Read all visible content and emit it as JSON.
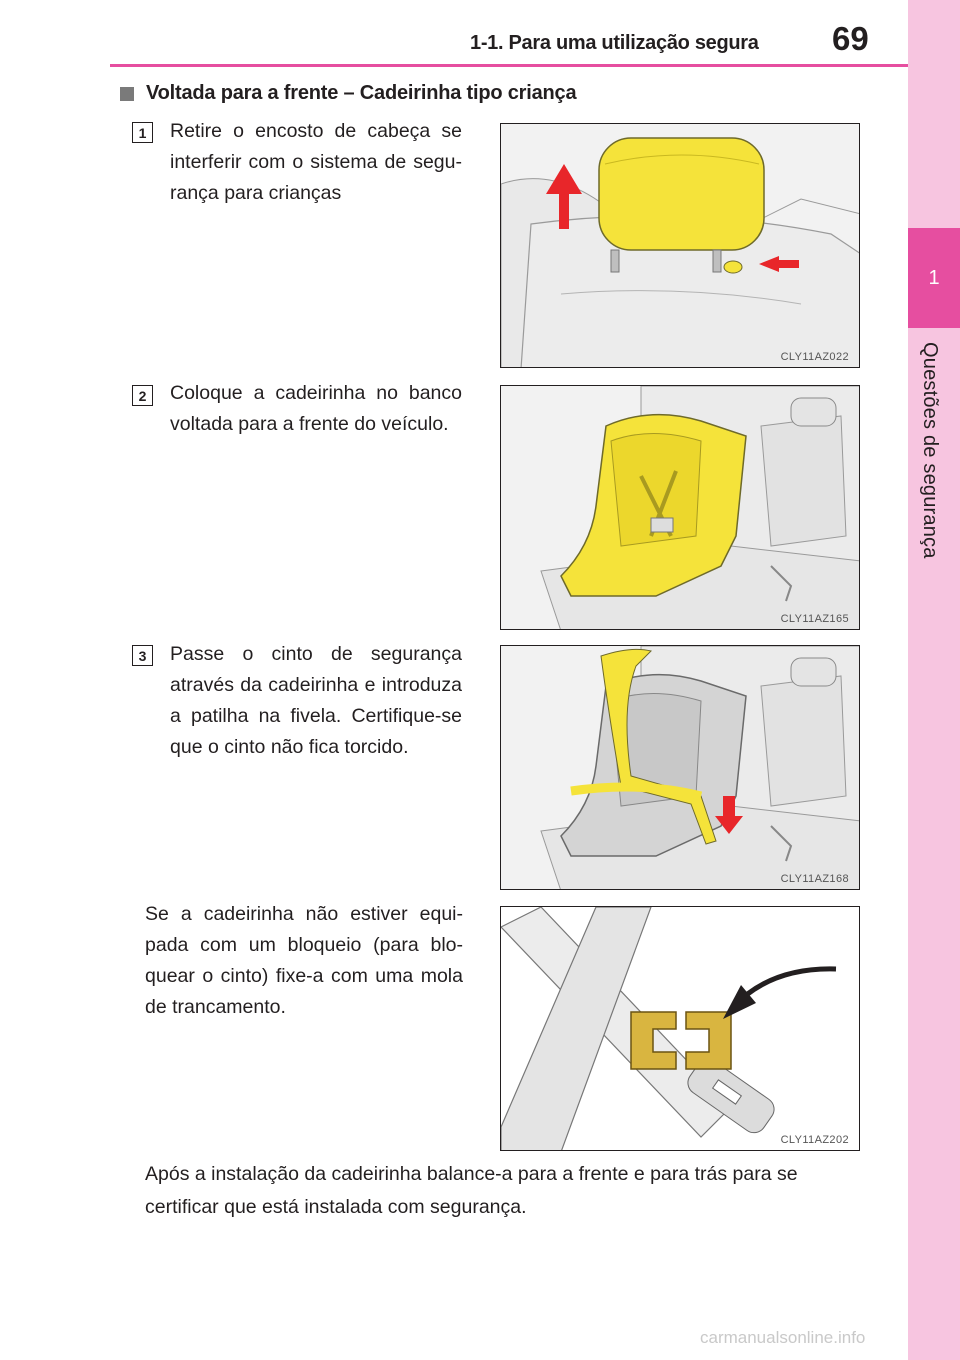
{
  "header": {
    "section_title": "1-1. Para uma utilização segura",
    "page_number": "69"
  },
  "sidebar": {
    "chapter_number": "1",
    "chapter_title": "Questões de segurança"
  },
  "section": {
    "heading": "Voltada para a frente – Cadeirinha tipo criança"
  },
  "steps": [
    {
      "number": "1",
      "text": "Retire o encosto de cabeça se interferir com o sistema de segu-rança para crianças",
      "figure_code": "CLY11AZ022"
    },
    {
      "number": "2",
      "text": "Coloque a cadeirinha no banco voltada para a frente do veículo.",
      "figure_code": "CLY11AZ165"
    },
    {
      "number": "3",
      "text": "Passe o cinto de segurança através da cadeirinha e introduza a patilha na fivela. Certifique-se que o cinto não fica torcido.",
      "figure_code": "CLY11AZ168"
    }
  ],
  "note": {
    "text": "Se a cadeirinha não estiver equi-pada com um bloqueio (para blo-quear o cinto) fixe-a com uma mola de trancamento.",
    "figure_code": "CLY11AZ202"
  },
  "closing": {
    "text": "Após a instalação da cadeirinha balance-a para a frente e para trás para se certificar que está instalada com segurança."
  },
  "footer": {
    "watermark": "carmanualsonline.info"
  },
  "colors": {
    "accent_pink": "#e64ea0",
    "sidebar_pink": "#f7c5e0",
    "highlight_yellow": "#f5e33a",
    "arrow_red": "#e8262a"
  }
}
